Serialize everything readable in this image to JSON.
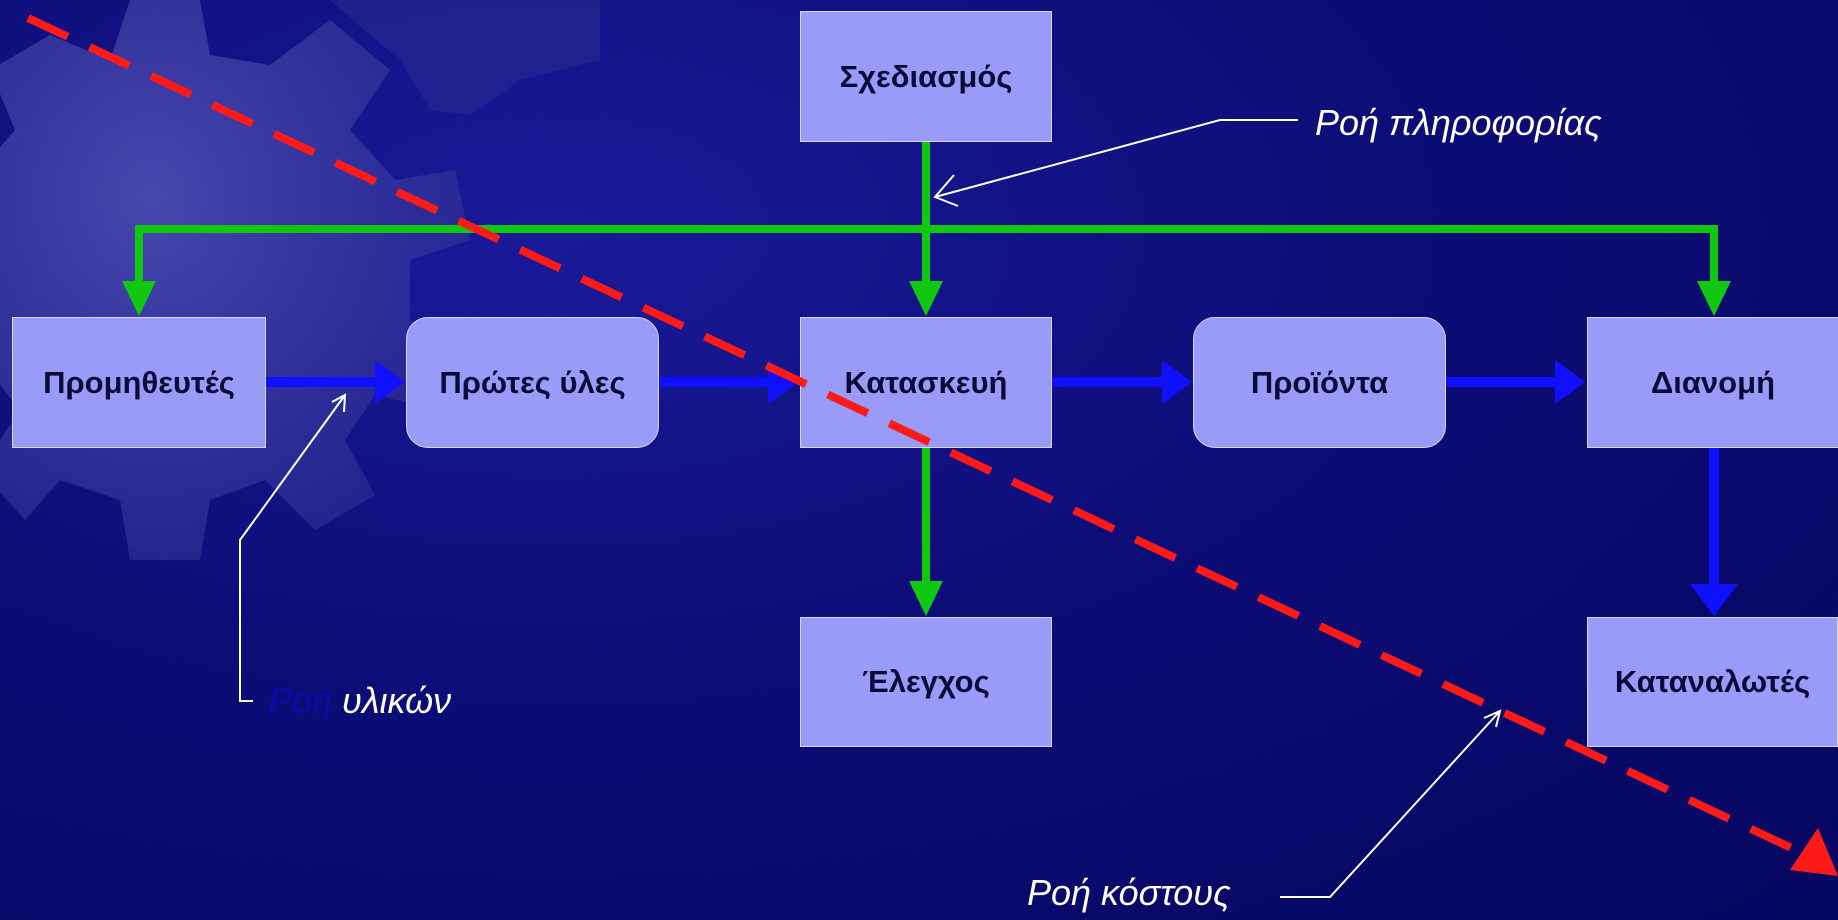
{
  "colors": {
    "background": "#0d0d78",
    "node_fill": "#9a9af8",
    "material_flow": "#1010ff",
    "information_flow": "#11c811",
    "cost_flow": "#ff1a1a",
    "callout": "#ffffff"
  },
  "nodes": {
    "design": "Σχεδιασμός",
    "suppliers": "Προμηθευτές",
    "raw_materials": "Πρώτες ύλες",
    "manufacturing": "Κατασκευή",
    "products": "Προϊόντα",
    "distribution": "Διανομή",
    "control": "Έλεγχος",
    "consumers": "Καταναλωτές"
  },
  "labels": {
    "information_flow": "Ροή πληροφορίας",
    "material_flow_faded": "Ροή",
    "material_flow_rest": "υλικών",
    "cost_flow": "Ροή κόστους"
  },
  "icons": [
    "gear-icon"
  ]
}
